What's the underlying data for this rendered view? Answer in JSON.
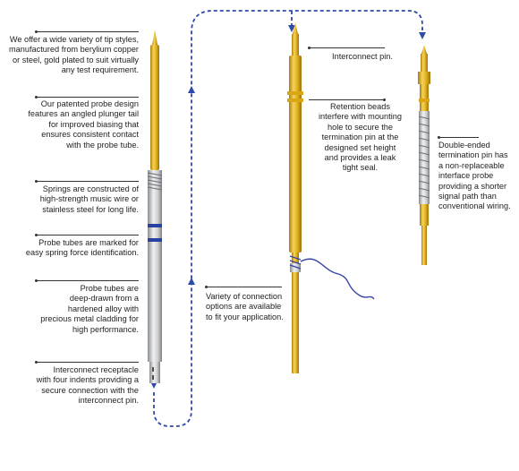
{
  "callouts": {
    "tip_styles": [
      "We offer a wide variety of tip styles,",
      "manufactured from berylium copper",
      "or steel, gold plated to suit virtually",
      "any test requirement."
    ],
    "probe_design": [
      "Our patented probe design",
      "features an angled plunger tail",
      "for improved biasing that",
      "ensures consistent contact",
      "with the probe tube."
    ],
    "springs": [
      "Springs are constructed of",
      "high-strength music wire or",
      "stainless steel for long life."
    ],
    "tubes_marked": [
      "Probe tubes are marked for",
      "easy spring force identification."
    ],
    "tubes_drawn": [
      "Probe tubes are",
      "deep-drawn from a",
      "hardened alloy with",
      "precious metal cladding for",
      "high performance."
    ],
    "receptacle": [
      "Interconnect receptacle",
      "with four indents providing a",
      "secure connection with the",
      "interconnect  pin."
    ],
    "interconnect_pin": [
      "Interconnect pin."
    ],
    "retention_beads": [
      "Retention beads",
      "interfere with mounting",
      "hole to secure the",
      "termination pin at the",
      "designed set height",
      "and provides a leak",
      "tight seal."
    ],
    "connection_options": [
      "Variety of connection",
      "options are available",
      "to fit your application."
    ],
    "double_ended": [
      "Double-ended",
      "termination pin has",
      "a non-replaceable",
      "interface probe",
      "providing a shorter",
      "signal path than",
      "conventional wiring."
    ]
  },
  "colors": {
    "gold": "#e2b21f",
    "gold_dark": "#a87c0c",
    "silver": "#cfd1d3",
    "silver_dark": "#8a8d90",
    "band": "#2b3f9e",
    "dash": "#2d4aa8",
    "wire": "#3a44a8"
  }
}
